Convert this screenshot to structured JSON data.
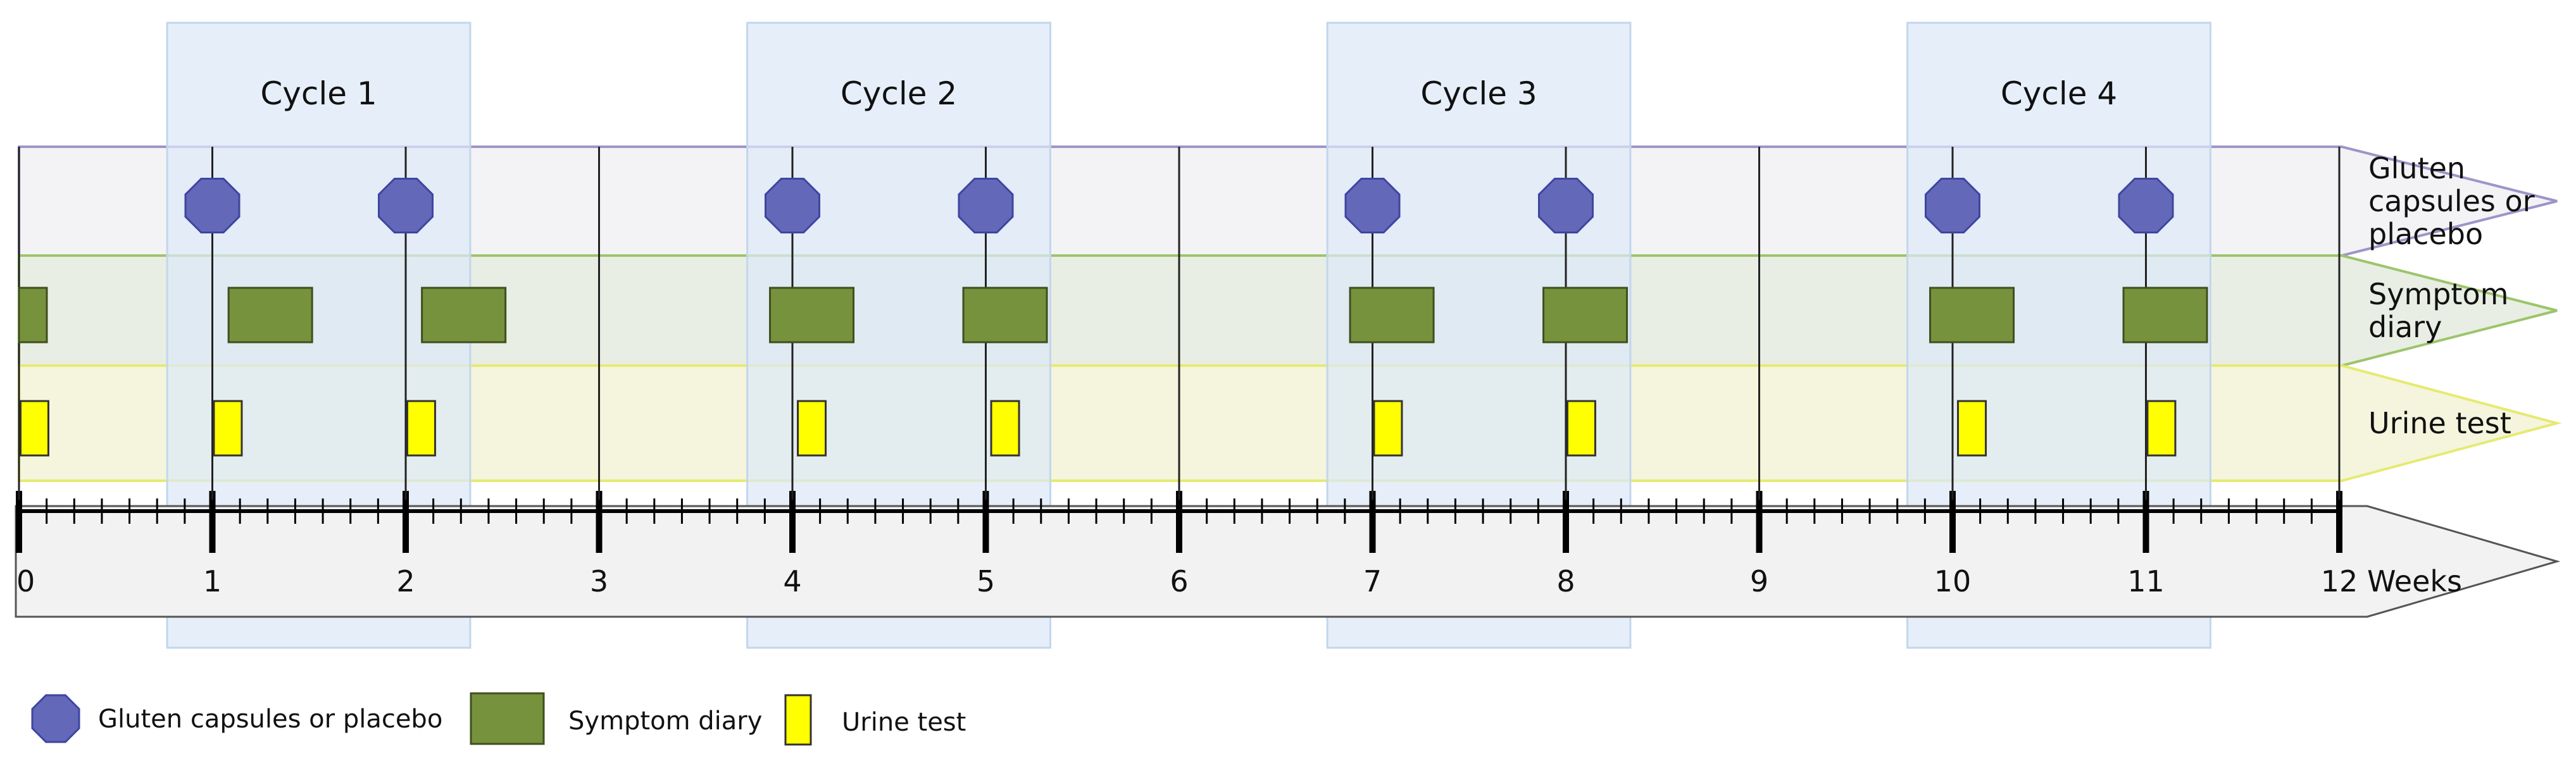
{
  "cycles": [
    {
      "label": "Cycle 1",
      "start_week": 0.75,
      "end_week": 2.35
    },
    {
      "label": "Cycle 2",
      "start_week": 3.75,
      "end_week": 5.35
    },
    {
      "label": "Cycle 3",
      "start_week": 6.75,
      "end_week": 8.35
    },
    {
      "label": "Cycle 4",
      "start_week": 9.75,
      "end_week": 11.35
    }
  ],
  "rows": [
    {
      "id": "gluten",
      "label_lines": [
        "Gluten",
        "capsules or",
        "placebo"
      ],
      "fill": "#f3f3f6",
      "stroke": "#9f94c8"
    },
    {
      "id": "diary",
      "label_lines": [
        "Symptom",
        "diary"
      ],
      "fill": "#e9eee4",
      "stroke": "#9dc46b"
    },
    {
      "id": "urine",
      "label_lines": [
        "Urine test"
      ],
      "fill": "#f4f5dc",
      "stroke": "#e6ea70"
    }
  ],
  "axis": {
    "ticks": [
      "0",
      "1",
      "2",
      "3",
      "4",
      "5",
      "6",
      "7",
      "8",
      "9",
      "10",
      "11",
      "12"
    ],
    "unit": "Weeks",
    "minor_per_week": 7
  },
  "events": {
    "gluten": [
      1,
      2,
      4,
      5,
      7,
      8,
      10,
      11
    ],
    "diary": [
      0,
      1.3,
      2.3,
      4.1,
      5.1,
      7.1,
      8.1,
      10.1,
      11.1
    ],
    "urine": [
      0.08,
      1.08,
      2.08,
      4.1,
      5.1,
      8.08,
      10.1,
      11.08,
      7.08
    ]
  },
  "legend": [
    {
      "name": "gluten",
      "label": "Gluten capsules or placebo"
    },
    {
      "name": "diary",
      "label": "Symptom diary"
    },
    {
      "name": "urine",
      "label": "Urine test"
    }
  ],
  "colors": {
    "circle_fill": "#6368b8",
    "circle_stroke": "#3f45a0",
    "diary_fill": "#76923c",
    "diary_stroke": "#3f4f1f",
    "urine_fill": "#ffff00",
    "urine_stroke": "#333333",
    "cycle_band": "#dce9f6",
    "cycle_stroke": "#c2d6ec",
    "axis_fill": "#f2f2f2"
  }
}
